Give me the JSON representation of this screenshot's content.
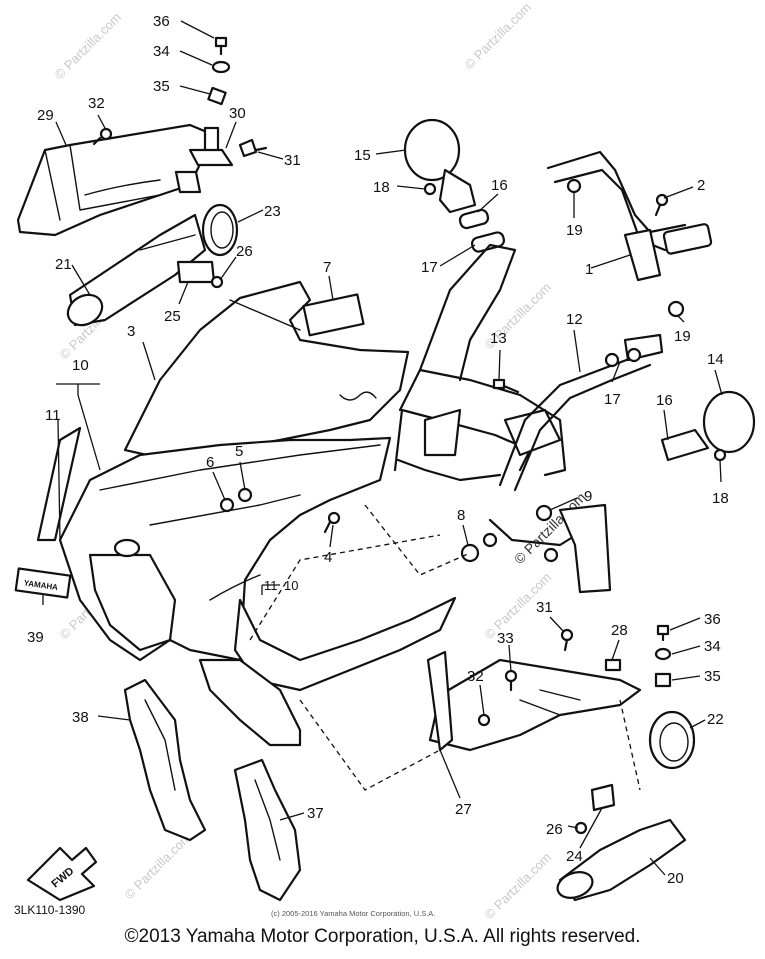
{
  "watermark": "© Partzilla.com",
  "diagram_code": "3LK110-1390",
  "small_copyright": "(c) 2005-2016 Yamaha Motor Corporation, U.S.A.",
  "copyright": "©2013 Yamaha Motor Corporation, U.S.A. All rights reserved.",
  "badge_text": "YAMAHA",
  "fwd_label": "FWD",
  "group_label_left": "11",
  "group_label_right": "10",
  "callouts": [
    {
      "id": "c36a",
      "text": "36"
    },
    {
      "id": "c34a",
      "text": "34"
    },
    {
      "id": "c35a",
      "text": "35"
    },
    {
      "id": "c32a",
      "text": "32"
    },
    {
      "id": "c29",
      "text": "29"
    },
    {
      "id": "c30",
      "text": "30"
    },
    {
      "id": "c31a",
      "text": "31"
    },
    {
      "id": "c23",
      "text": "23"
    },
    {
      "id": "c21",
      "text": "21"
    },
    {
      "id": "c26a",
      "text": "26"
    },
    {
      "id": "c25",
      "text": "25"
    },
    {
      "id": "c15",
      "text": "15"
    },
    {
      "id": "c18a",
      "text": "18"
    },
    {
      "id": "c16a",
      "text": "16"
    },
    {
      "id": "c17a",
      "text": "17"
    },
    {
      "id": "c19a",
      "text": "19"
    },
    {
      "id": "c2",
      "text": "2"
    },
    {
      "id": "c1",
      "text": "1"
    },
    {
      "id": "c19b",
      "text": "19"
    },
    {
      "id": "c7",
      "text": "7"
    },
    {
      "id": "c3",
      "text": "3"
    },
    {
      "id": "c13",
      "text": "13"
    },
    {
      "id": "c12",
      "text": "12"
    },
    {
      "id": "c17b",
      "text": "17"
    },
    {
      "id": "c14",
      "text": "14"
    },
    {
      "id": "c16b",
      "text": "16"
    },
    {
      "id": "c18b",
      "text": "18"
    },
    {
      "id": "c10a",
      "text": "10"
    },
    {
      "id": "c11a",
      "text": "11"
    },
    {
      "id": "c6",
      "text": "6"
    },
    {
      "id": "c5",
      "text": "5"
    },
    {
      "id": "c9",
      "text": "9"
    },
    {
      "id": "c8",
      "text": "8"
    },
    {
      "id": "c4",
      "text": "4"
    },
    {
      "id": "c39",
      "text": "39"
    },
    {
      "id": "c31b",
      "text": "31"
    },
    {
      "id": "c36b",
      "text": "36"
    },
    {
      "id": "c28",
      "text": "28"
    },
    {
      "id": "c34b",
      "text": "34"
    },
    {
      "id": "c33",
      "text": "33"
    },
    {
      "id": "c32b",
      "text": "32"
    },
    {
      "id": "c35b",
      "text": "35"
    },
    {
      "id": "c38",
      "text": "38"
    },
    {
      "id": "c22",
      "text": "22"
    },
    {
      "id": "c27",
      "text": "27"
    },
    {
      "id": "c26b",
      "text": "26"
    },
    {
      "id": "c24",
      "text": "24"
    },
    {
      "id": "c37",
      "text": "37"
    },
    {
      "id": "c20",
      "text": "20"
    }
  ]
}
